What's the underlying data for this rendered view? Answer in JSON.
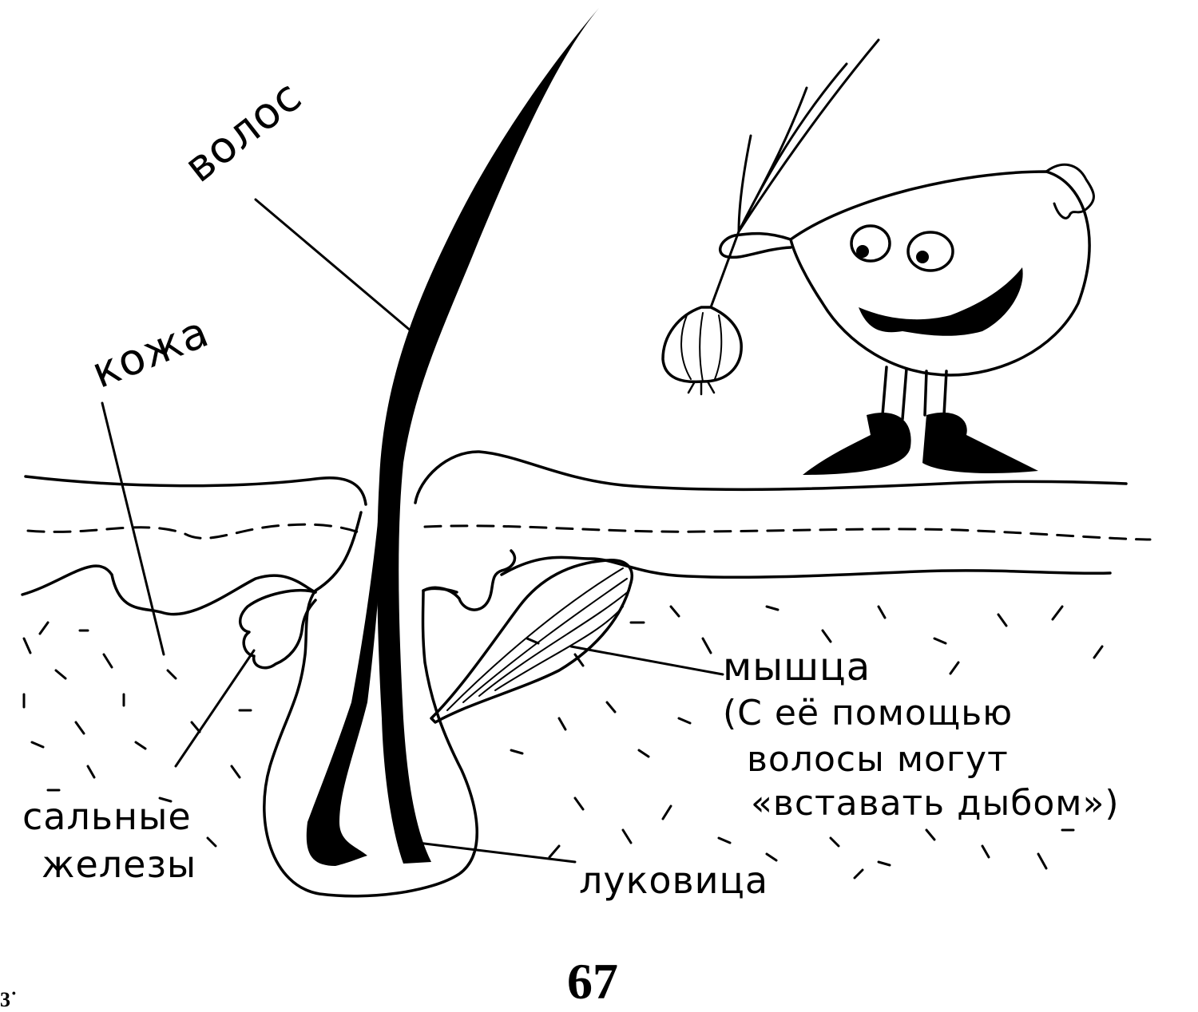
{
  "labels": {
    "hair": "волос",
    "skin": "кожа",
    "muscle": "мышца",
    "muscle_note_1": "(С её помощью",
    "muscle_note_2": "волосы могут",
    "muscle_note_3": "«вставать дыбом»)",
    "glands_1": "сальные",
    "glands_2": "железы",
    "bulb": "луковица"
  },
  "page": {
    "number": "67",
    "corner_mark": "3˙"
  },
  "colors": {
    "ink": "#000000",
    "paper": "#ffffff"
  }
}
